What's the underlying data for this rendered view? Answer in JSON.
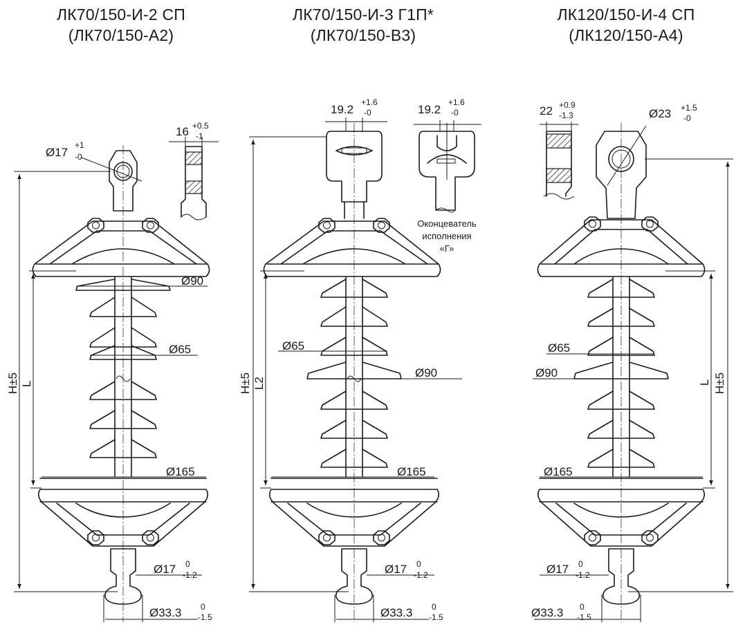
{
  "insulators": [
    {
      "id": "left",
      "title_line1": "ЛК70/150-И-2 СП",
      "title_line2": "(ЛК70/150-А2)",
      "labels": {
        "top_eye_dia": "Ø17",
        "top_eye_tol_plus": "+1",
        "top_eye_tol_minus": "-0",
        "side_thickness": "16",
        "side_tol_plus": "+0.5",
        "side_tol_minus": "-1",
        "d90": "Ø90",
        "d65": "Ø65",
        "d165": "Ø165",
        "pin_dia": "Ø17",
        "pin_tol_plus": "0",
        "pin_tol_minus": "-1.2",
        "ball_dia": "Ø33.3",
        "ball_tol_plus": "0",
        "ball_tol_minus": "-1.5",
        "h_label": "H±5",
        "l_label": "L"
      }
    },
    {
      "id": "middle",
      "title_line1": "ЛК70/150-И-3 Г1П*",
      "title_line2": "(ЛК70/150-В3)",
      "labels": {
        "socket_width": "19.2",
        "socket_tol_plus": "+1.6",
        "socket_tol_minus": "-0",
        "variant_width": "19.2",
        "variant_tol_plus": "+1.6",
        "variant_tol_minus": "-0",
        "variant_note_line1": "Оконцеватель",
        "variant_note_line2": "исполнения",
        "variant_note_line3": "«Г»",
        "d65": "Ø65",
        "d90": "Ø90",
        "d165": "Ø165",
        "pin_dia": "Ø17",
        "pin_tol_plus": "0",
        "pin_tol_minus": "-1.2",
        "ball_dia": "Ø33.3",
        "ball_tol_plus": "0",
        "ball_tol_minus": "-1.5",
        "h_label": "H±5",
        "l_label": "L2"
      }
    },
    {
      "id": "right",
      "title_line1": "ЛК120/150-И-4 СП",
      "title_line2": "(ЛК120/150-А4)",
      "labels": {
        "side_thickness": "22",
        "side_tol_plus": "+0.9",
        "side_tol_minus": "-1.3",
        "top_eye_dia": "Ø23",
        "top_eye_tol_plus": "+1.5",
        "top_eye_tol_minus": "-0",
        "d65": "Ø65",
        "d90": "Ø90",
        "d165": "Ø165",
        "pin_dia": "Ø17",
        "pin_tol_plus": "0",
        "pin_tol_minus": "-1.2",
        "ball_dia": "Ø33.3",
        "ball_tol_plus": "0",
        "ball_tol_minus": "-1.5",
        "l_label": "L",
        "h_label": "H±5"
      }
    }
  ]
}
